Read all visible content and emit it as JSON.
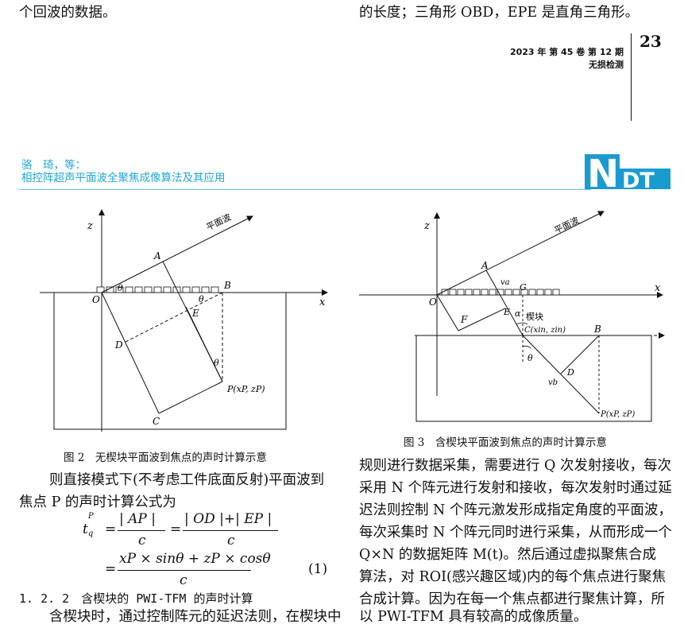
{
  "top_left_text": "个回波的数据。",
  "top_right_text": "的长度；三角形 OBD，EPE 是直角三角形。",
  "journal": {
    "page_number": "23",
    "issue": "2023 年 第 45 卷 第 12 期",
    "journal_name": "无损检测"
  },
  "running_head": {
    "authors": "骆　琦，等：",
    "title": "相控阵超声平面波全聚焦成像算法及其应用"
  },
  "logo_text": "NDT",
  "fig2": {
    "labels": {
      "z": "z",
      "x": "x",
      "wave": "平面波",
      "A": "A",
      "B": "B",
      "O": "O",
      "theta1": "θ",
      "theta2": "θ",
      "theta3": "θ",
      "E": "E",
      "D": "D",
      "C": "C",
      "P": "P(xP, zP)"
    },
    "caption": "图 2　无楔块平面波到焦点的声时计算示意"
  },
  "fig3": {
    "labels": {
      "z": "z",
      "x": "x",
      "wave": "平面波",
      "A": "A",
      "va": "va",
      "G": "G",
      "O": "O",
      "F": "F",
      "E": "E",
      "alpha": "α",
      "wedge": "楔块",
      "C": "C(xin, zin)",
      "B": "B",
      "theta": "θ",
      "D": "D",
      "vb": "vb",
      "P": "P(xP, zP)"
    },
    "caption": "图 3　含楔块平面波到焦点的声时计算示意"
  },
  "left_col": {
    "para1_line1": "则直接模式下(不考虑工件底面反射)平面波到",
    "para1_line2": "焦点 P 的声时计算公式为",
    "formula": {
      "lhs": "t",
      "lhs_sup": "P",
      "lhs_sub": "q",
      "eq": "=",
      "n1": "| AP |",
      "d1": "c",
      "n2": "| OD |+| EP |",
      "d2": "c",
      "n3": "xP × sinθ + zP × cosθ",
      "d3": "c",
      "number": "(1)"
    },
    "section_head": "1. 2. 2　含楔块的 PWI-TFM 的声时计算",
    "para2_line1": "含楔块时，通过控制阵元的延迟法则，在楔块中"
  },
  "right_col": {
    "lines": [
      "规则进行数据采集，需要进行 Q 次发射接收，每次",
      "采用 N 个阵元进行发射和接收，每次发射时通过延",
      "迟法则控制 N 个阵元激发形成指定角度的平面波，",
      "每次采集时 N 个阵元同时进行采集，从而形成一个",
      "Q×N 的数据矩阵 M(t)。然后通过虚拟聚焦合成",
      "算法，对 ROI(感兴趣区域)内的每个焦点进行聚焦",
      "合成计算。因为在每一个焦点都进行聚焦计算，所",
      "以 PWI-TFM 具有较高的成像质量。"
    ]
  }
}
